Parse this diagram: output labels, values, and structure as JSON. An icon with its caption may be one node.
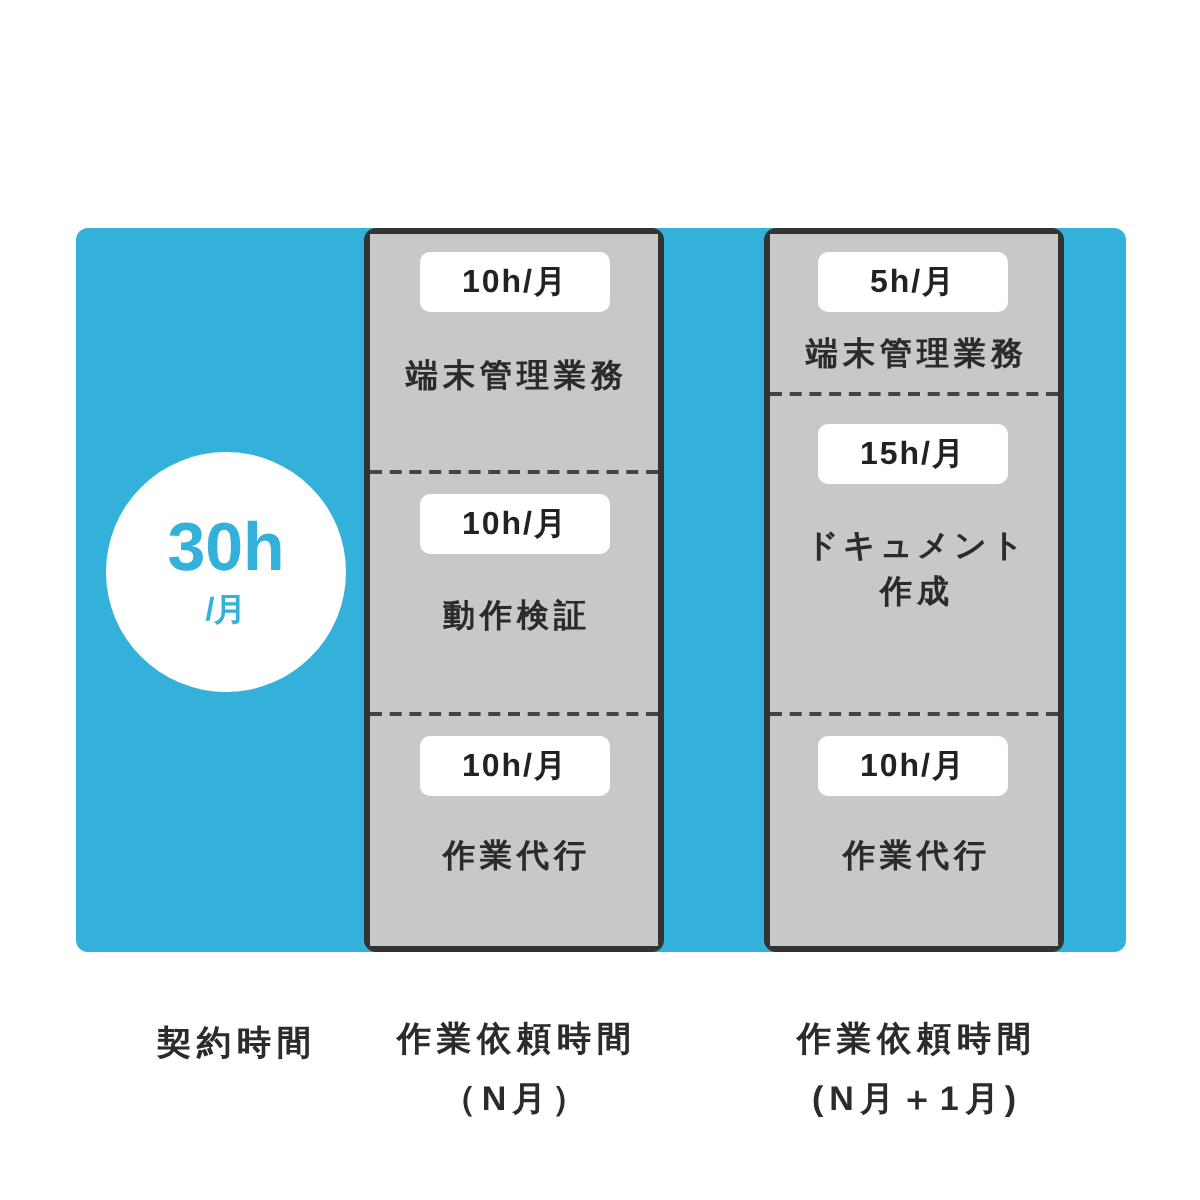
{
  "diagram": {
    "nodes": [
      {
        "text": [],
        "shape": "box"
      },
      {
        "text": [
          "30h",
          "/月"
        ],
        "in": 0
      },
      {
        "text": [],
        "shape": "box",
        "in": 0
      },
      {
        "text": [
          "端末管理業務"
        ],
        "in": 2
      },
      {
        "text": [
          "10h/月"
        ],
        "in": 3
      },
      {
        "text": [
          "動作検証"
        ],
        "in": 2
      },
      {
        "text": [
          "10h/月"
        ],
        "in": 5
      },
      {
        "text": [
          "作業代行"
        ],
        "in": 2
      },
      {
        "text": [
          "10h/月"
        ],
        "in": 7
      },
      {
        "text": [],
        "shape": "box",
        "in": 0
      },
      {
        "text": [
          "端末管理業務"
        ],
        "in": 9
      },
      {
        "text": [
          "5h/月"
        ],
        "in": 10
      },
      {
        "text": [
          "ドキュメント作成"
        ],
        "in": 9
      },
      {
        "text": [
          "15h/月"
        ],
        "in": 12
      },
      {
        "text": [
          "作業代行"
        ],
        "in": 9
      },
      {
        "text": [
          "10h/月"
        ],
        "in": 14
      }
    ],
    "labels": [
      "契約時間",
      "作業依頼時間（N月）",
      "作業依頼時間(N月＋1月)"
    ]
  }
}
